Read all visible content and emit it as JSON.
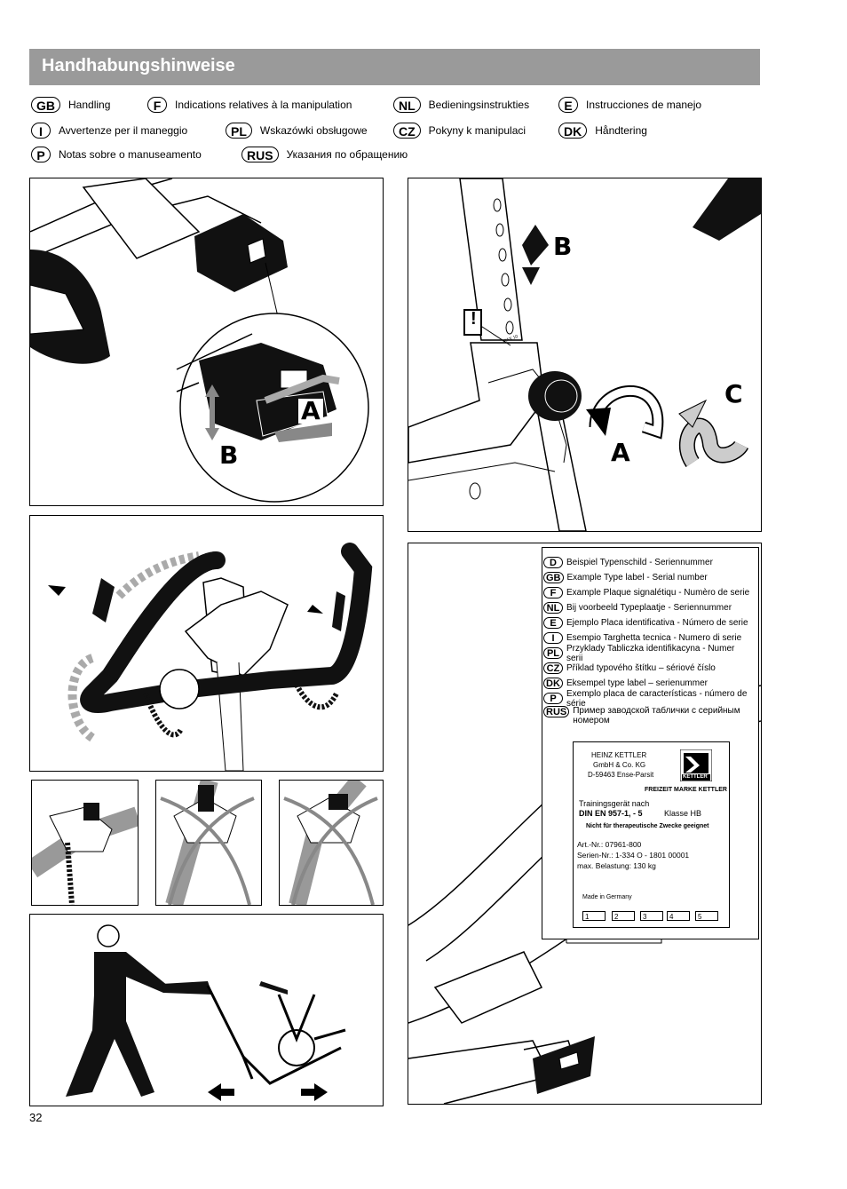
{
  "header": {
    "title": "Handhabungshinweise"
  },
  "languages": [
    {
      "code": "GB",
      "text": "Handling"
    },
    {
      "code": "F",
      "text": "Indications relatives à la manipulation"
    },
    {
      "code": "NL",
      "text": "Bedieningsinstrukties"
    },
    {
      "code": "E",
      "text": "Instrucciones de manejo"
    },
    {
      "code": "I",
      "text": "Avvertenze per il maneggio"
    },
    {
      "code": "PL",
      "text": "Wskazówki obsługowe"
    },
    {
      "code": "CZ",
      "text": "Pokyny k manipulaci"
    },
    {
      "code": "DK",
      "text": "Håndtering"
    },
    {
      "code": "P",
      "text": "Notas sobre o manuseamento"
    },
    {
      "code": "RUS",
      "text": "Указания по обращению"
    }
  ],
  "fig1": {
    "label_a": "A",
    "label_b": "B"
  },
  "fig2": {
    "label_b": "B",
    "label_a": "A",
    "label_c": "C",
    "warning": "!",
    "scale_text": "MAX 10"
  },
  "type_labels": [
    {
      "code": "D",
      "text": "Beispiel Typenschild - Seriennummer"
    },
    {
      "code": "GB",
      "text": "Example Type label - Serial number"
    },
    {
      "code": "F",
      "text": "Example Plaque signalétiqu - Numèro de serie"
    },
    {
      "code": "NL",
      "text": "Bij voorbeeld Typeplaatje - Seriennummer"
    },
    {
      "code": "E",
      "text": "Ejemplo Placa identificativa - Número de serie"
    },
    {
      "code": "I",
      "text": "Esempio Targhetta tecnica - Numero di serie"
    },
    {
      "code": "PL",
      "text": "Przyklady Tabliczka identifikacyna - Numer serii"
    },
    {
      "code": "CZ",
      "text": "Příklad typového štítku – sériové číslo"
    },
    {
      "code": "DK",
      "text": "Eksempel type label – serienummer"
    },
    {
      "code": "P",
      "text": "Exemplo placa de características - número de série"
    },
    {
      "code": "RUS",
      "text": "Пример заводской таблички с серийным номером"
    }
  ],
  "plate": {
    "company_1": "HEINZ KETTLER",
    "company_2": "GmbH & Co. KG",
    "company_3": "D-59463 Ense-Parsit",
    "logo": "KETTLER",
    "brand": "FREIZEIT MARKE KETTLER",
    "training_1": "Trainingsgerät nach",
    "training_2": "DIN EN 957-1, - 5",
    "klasse": "Klasse HB",
    "note": "Nicht für therapeutische Zwecke geeignet",
    "art": "Art.-Nr.:  07961-800",
    "serial": "Serien-Nr.: 1-334   O - 1801   00001",
    "load": "max. Belastung: 130 kg",
    "made": "Made in Germany",
    "boxes": [
      "1",
      "2",
      "3",
      "4",
      "5"
    ]
  },
  "page_number": "32",
  "icons": [
    "arrow-icon",
    "warning-icon",
    "kettler-logo-icon"
  ]
}
